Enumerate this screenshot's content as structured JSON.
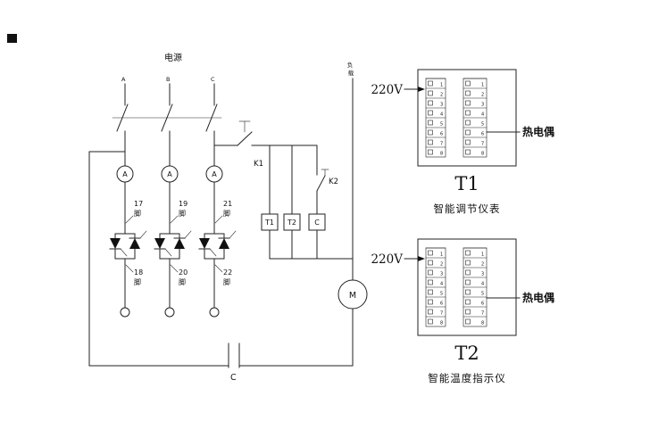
{
  "schematic": {
    "power_label": "电源",
    "load_label_chars": [
      "负",
      "载"
    ],
    "phases": [
      {
        "label": "A",
        "pin_top_num": "17",
        "pin_top_suffix": "脚",
        "pin_bottom_num": "18",
        "pin_bottom_suffix": "脚"
      },
      {
        "label": "B",
        "pin_top_num": "19",
        "pin_top_suffix": "脚",
        "pin_bottom_num": "20",
        "pin_bottom_suffix": "脚"
      },
      {
        "label": "C",
        "pin_top_num": "21",
        "pin_top_suffix": "脚",
        "pin_bottom_num": "22",
        "pin_bottom_suffix": "脚"
      }
    ],
    "ammeter_label": "A",
    "k1_label": "K1",
    "k2_label": "K2",
    "relay_boxes": [
      "T1",
      "T2",
      "C"
    ],
    "motor_label": "M",
    "contact_label": "C"
  },
  "panels": [
    {
      "voltage_label": "220V",
      "sensor_label": "热电偶",
      "name": "T1",
      "caption": "智能调节仪表",
      "terminals_left": [
        "1",
        "2",
        "3",
        "4",
        "5",
        "6",
        "7",
        "8"
      ],
      "terminals_right": [
        "1",
        "2",
        "3",
        "4",
        "5",
        "6",
        "7",
        "8"
      ]
    },
    {
      "voltage_label": "220V",
      "sensor_label": "热电偶",
      "name": "T2",
      "caption": "智能温度指示仪",
      "terminals_left": [
        "1",
        "2",
        "3",
        "4",
        "5",
        "6",
        "7",
        "8"
      ],
      "terminals_right": [
        "1",
        "2",
        "3",
        "4",
        "5",
        "6",
        "7",
        "8"
      ]
    }
  ]
}
